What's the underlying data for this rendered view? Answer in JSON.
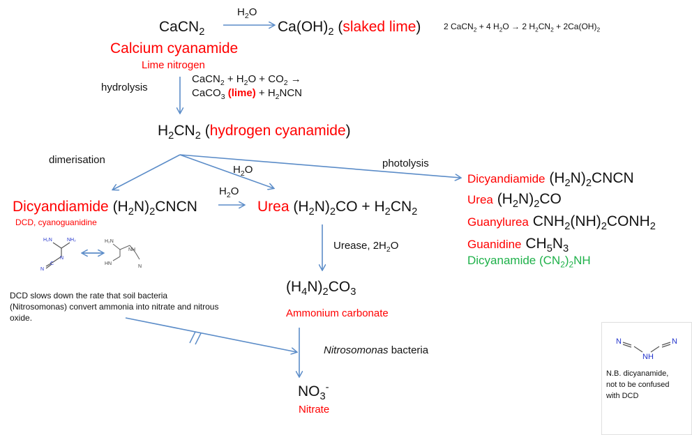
{
  "top": {
    "cacn2": [
      "CaCN",
      "2"
    ],
    "h2o_label": [
      "H",
      "2",
      "O"
    ],
    "caoh2": [
      "Ca(OH)",
      "2",
      " ("
    ],
    "slaked": "slaked lime",
    "close_paren": ")",
    "eq1": [
      "2 CaCN",
      "2",
      " + 4 H",
      "2",
      "O → 2 H",
      "2",
      "CN",
      "2",
      " + 2Ca(OH)",
      "2"
    ],
    "calcium_cyanamide": "Calcium cyanamide",
    "lime_nitrogen": "Lime nitrogen"
  },
  "hydrolysis": {
    "label": "hydrolysis",
    "eq_line1": [
      "CaCN",
      "2",
      " + H",
      "2",
      "O + CO",
      "2",
      " →"
    ],
    "eq_line2a": [
      "CaCO",
      "3",
      " "
    ],
    "lime": "(lime)",
    "eq_line2b": [
      " + H",
      "2",
      "NCN"
    ]
  },
  "hydrogen_cyanamide": {
    "formula": [
      "H",
      "2",
      "CN",
      "2",
      "  ("
    ],
    "name": "hydrogen cyanamide",
    "close": ")"
  },
  "branches": {
    "dimerisation": "dimerisation",
    "h2o": [
      "H",
      "2",
      "O"
    ],
    "photolysis": "photolysis"
  },
  "dcd": {
    "name": "Dicyandiamide",
    "formula": [
      " (H",
      "2",
      "N)",
      "2",
      "CNCN"
    ],
    "alt": "DCD, cyanoguanidine",
    "h2o": [
      "H",
      "2",
      "O"
    ],
    "structure_labels": [
      "H₂N",
      "NH₂",
      "N",
      "C",
      "N",
      "H₂N",
      "NH",
      "HN",
      "N"
    ]
  },
  "urea": {
    "name": "Urea",
    "formula": [
      " (H",
      "2",
      "N)",
      "2",
      "CO + H",
      "2",
      "CN",
      "2"
    ],
    "urease": [
      "Urease, 2H",
      "2",
      "O"
    ]
  },
  "ammonium": {
    "formula": [
      "(H",
      "4",
      "N)",
      "2",
      "CO",
      "3"
    ],
    "name": "Ammonium carbonate"
  },
  "nitrosomonas": {
    "italic": "Nitrosomonas",
    "rest": " bacteria"
  },
  "nitrate": {
    "formula": [
      "NO",
      "3",
      "-"
    ],
    "name": "Nitrate"
  },
  "dcd_note": "DCD slows down the rate that soil bacteria (Nitrosomonas) convert ammonia into nitrate and nitrous oxide.",
  "photolysis_products": [
    {
      "name": "Dicyandiamide",
      "formula": [
        " (H",
        "2",
        "N)",
        "2",
        "CNCN"
      ]
    },
    {
      "name": "Urea",
      "formula": [
        " (H",
        "2",
        "N)",
        "2",
        "CO"
      ]
    },
    {
      "name": "Guanylurea",
      "formula": [
        " CNH",
        "2",
        "(NH)",
        "2",
        "CONH",
        "2"
      ]
    },
    {
      "name": "Guanidine",
      "formula": [
        " CH",
        "5",
        "N",
        "3"
      ]
    }
  ],
  "dicyanamide_green": [
    "Dicyanamide (CN",
    "2",
    ")",
    "2",
    "NH"
  ],
  "nb_box": {
    "labels": [
      "N",
      "NH",
      "N"
    ],
    "text": "N.B. dicyanamide, not to be confused with DCD"
  },
  "colors": {
    "arrow": "#5b8cc8",
    "red": "#ff0000",
    "green": "#1fb14a",
    "struct_blue": "#2233cc"
  }
}
